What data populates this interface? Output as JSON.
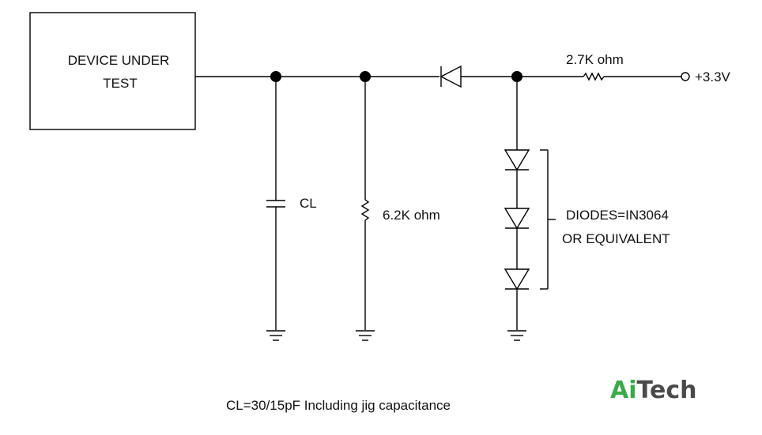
{
  "device_box": {
    "line1": "DEVICE UNDER",
    "line2": "TEST"
  },
  "labels": {
    "capacitor": "CL",
    "resistor_vertical": "6.2K ohm",
    "resistor_series": "2.7K ohm",
    "supply": "+3.3V",
    "diodes_line1": "DIODES=IN3064",
    "diodes_line2": "OR EQUIVALENT"
  },
  "caption": "CL=30/15pF Including jig capacitance",
  "logo": {
    "part1": "Ai",
    "part2": "Tech"
  },
  "colors": {
    "wire": "#000000",
    "logo_green": "#3aaa4a",
    "logo_gray": "#4a4a4a"
  }
}
